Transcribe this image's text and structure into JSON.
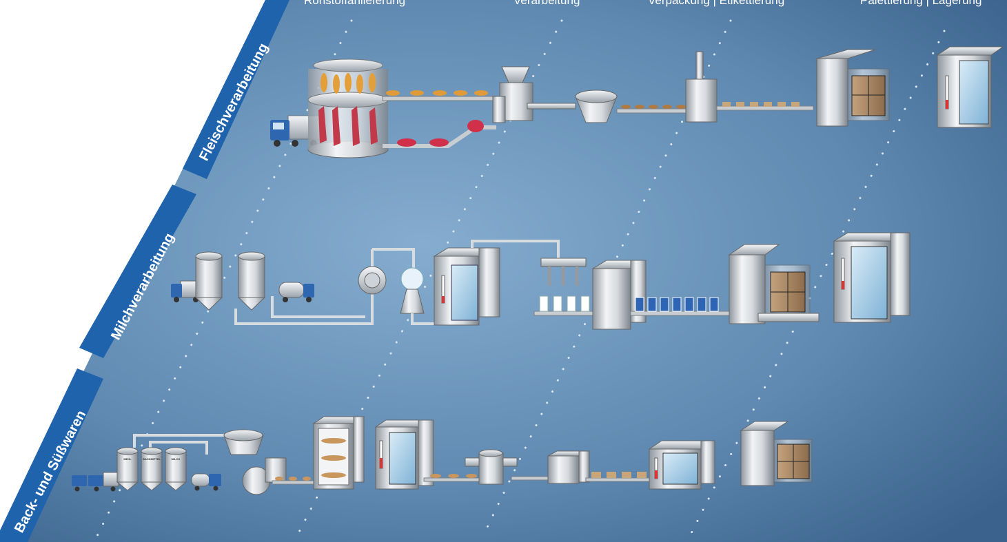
{
  "stages": [
    {
      "label": "Rohstoffanlieferung"
    },
    {
      "label": "Verarbeitung"
    },
    {
      "label": "Verpackung | Etikettierung"
    },
    {
      "label": "Palettierung | Lagerung"
    }
  ],
  "sectors": [
    {
      "label": "Fleischverarbeitung"
    },
    {
      "label": "Milchverarbeitung"
    },
    {
      "label": "Back- und Süßwaren"
    }
  ],
  "silo_labels": [
    "MEHL",
    "BACKMITTEL",
    "MILCH"
  ],
  "colors": {
    "background_light": "#7ea6c9",
    "background_dark": "#3a628c",
    "ribbon_blue": "#1f63ad",
    "steel": "#c9ced3"
  }
}
